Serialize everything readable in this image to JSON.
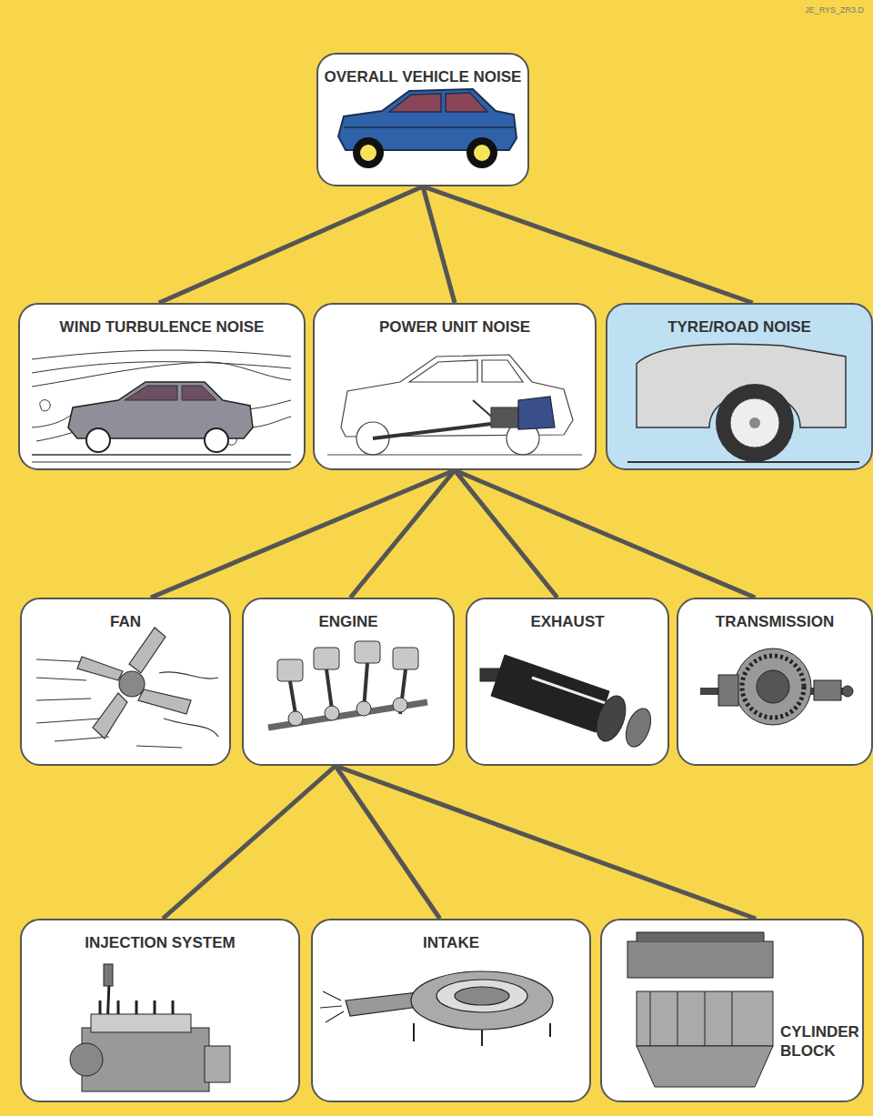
{
  "diagram": {
    "nodes": [
      {
        "text": [
          "OVERALL VEHICLE NOISE"
        ]
      },
      {
        "text": [
          "WIND TURBULENCE NOISE"
        ]
      },
      {
        "text": [
          "POWER UNIT NOISE"
        ]
      },
      {
        "text": [
          "TYRE/ROAD NOISE"
        ]
      },
      {
        "text": [
          "FAN"
        ]
      },
      {
        "text": [
          "ENGINE"
        ]
      },
      {
        "text": [
          "EXHAUST"
        ]
      },
      {
        "text": [
          "TRANSMISSION"
        ]
      },
      {
        "text": [
          "INJECTION SYSTEM"
        ]
      },
      {
        "text": [
          "INTAKE"
        ]
      },
      {
        "text": [
          "CYLINDER BLOCK"
        ]
      }
    ],
    "edges": [
      {
        "from": 0,
        "to": 1,
        "arrow": "none"
      },
      {
        "from": 0,
        "to": 2,
        "arrow": "none"
      },
      {
        "from": 0,
        "to": 3,
        "arrow": "none"
      },
      {
        "from": 2,
        "to": 4,
        "arrow": "none"
      },
      {
        "from": 2,
        "to": 5,
        "arrow": "none"
      },
      {
        "from": 2,
        "to": 6,
        "arrow": "none"
      },
      {
        "from": 2,
        "to": 7,
        "arrow": "none"
      },
      {
        "from": 5,
        "to": 8,
        "arrow": "none"
      },
      {
        "from": 5,
        "to": 9,
        "arrow": "none"
      },
      {
        "from": 5,
        "to": 10,
        "arrow": "none"
      }
    ],
    "labels": [
      "JE_RYS_ZR3.D"
    ]
  }
}
